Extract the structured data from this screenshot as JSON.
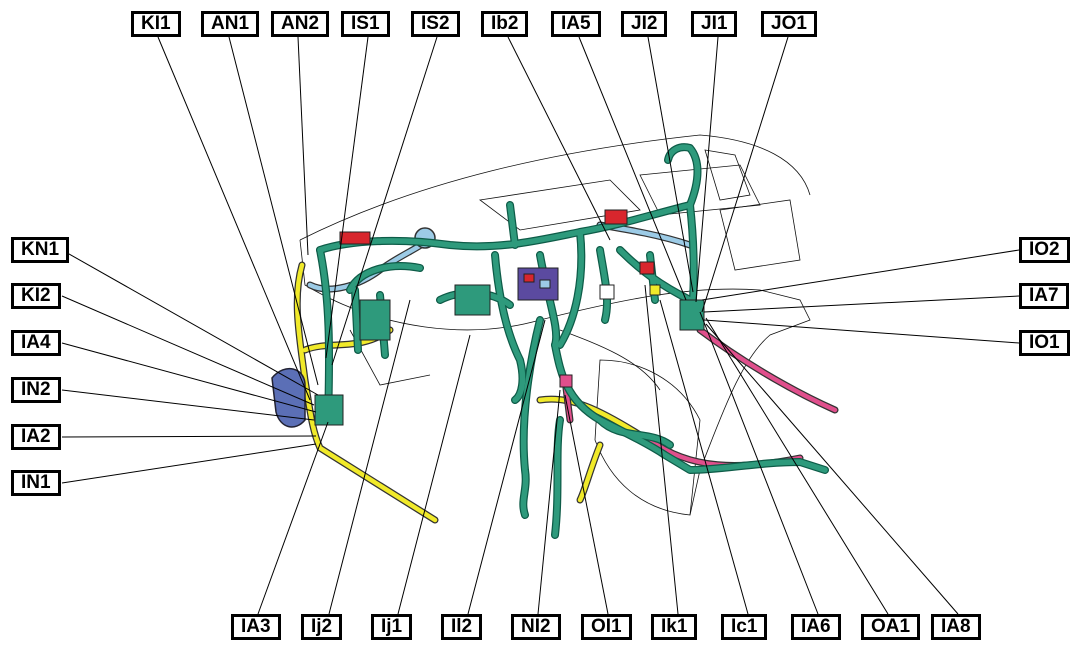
{
  "colors": {
    "harness_green": "#2e9a7c",
    "harness_dark": "#0e5c48",
    "harness_yellow": "#f1ea2a",
    "harness_pink": "#e04f8c",
    "harness_blue": "#9ccbe6",
    "harness_navy": "#5b6fb6",
    "connector_red": "#d8262d",
    "connector_purple": "#5b4aa0",
    "label_border": "#000000"
  },
  "labels": {
    "top": [
      "KI1",
      "AN1",
      "AN2",
      "IS1",
      "IS2",
      "Ib2",
      "IA5",
      "JI2",
      "JI1",
      "JO1"
    ],
    "left": [
      "KN1",
      "KI2",
      "IA4",
      "IN2",
      "IA2",
      "IN1"
    ],
    "right": [
      "IO2",
      "IA7",
      "IO1"
    ],
    "bottom": [
      "IA3",
      "Ij2",
      "Ij1",
      "Il2",
      "NI2",
      "OI1",
      "Ik1",
      "Ic1",
      "IA6",
      "OA1",
      "IA8"
    ]
  }
}
